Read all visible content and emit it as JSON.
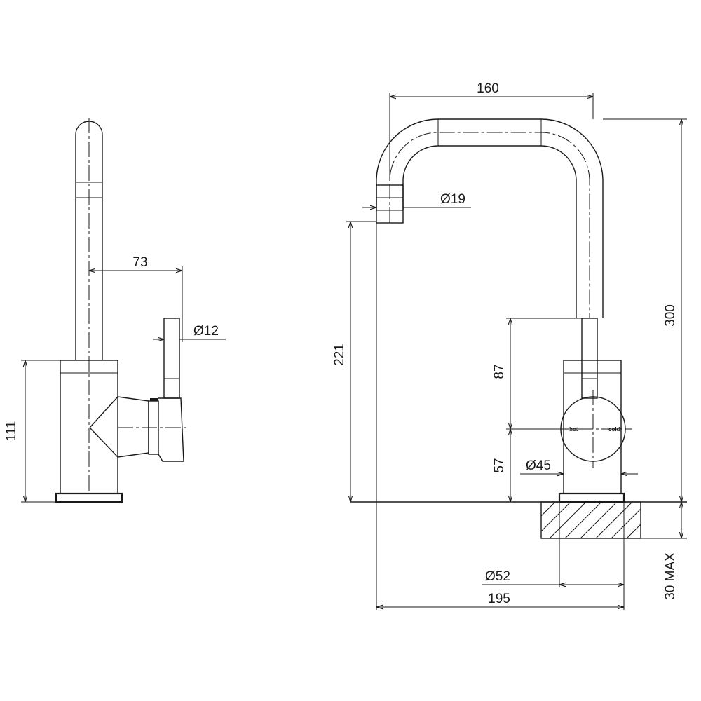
{
  "side_view": {
    "dim_handle_offset": "73",
    "dim_handle_diameter": "Ø12",
    "dim_body_height": "111"
  },
  "front_view": {
    "dim_spout_reach": "160",
    "dim_outlet_diameter": "Ø19",
    "dim_overall_height": "300",
    "dim_outlet_height": "221",
    "dim_handle_height": "87",
    "dim_handle_center_height": "57",
    "dim_handle_diameter": "Ø45",
    "dim_base_diameter": "Ø52",
    "dim_overall_width": "195",
    "dim_bench_thickness": "30 MAX",
    "handle_label_hot": "hot",
    "handle_label_cold": "cold"
  }
}
